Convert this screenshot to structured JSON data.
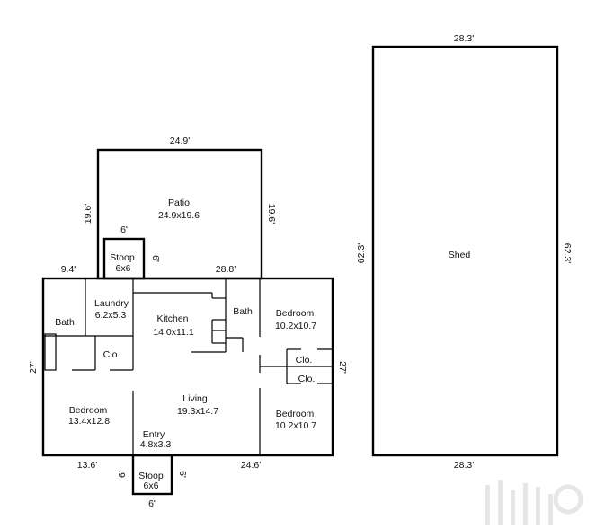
{
  "patio": {
    "width_label": "24.9'",
    "left_label": "19.6'",
    "right_label": "19.6'",
    "name": "Patio",
    "size": "24.9x19.6"
  },
  "stoop_back": {
    "name": "Stoop",
    "size": "6x6",
    "top_label": "6'",
    "right_label": "6'"
  },
  "stoop_front": {
    "name": "Stoop",
    "size": "6x6",
    "left_label": "6'",
    "right_label": "6'",
    "bottom_label": "6'"
  },
  "house": {
    "top_left_label": "9.4'",
    "top_right_label": "28.8'",
    "left_label": "27'",
    "right_label": "27'",
    "bottom_left_label": "13.6'",
    "bottom_right_label": "24.6'"
  },
  "rooms": {
    "bath_left": {
      "name": "Bath"
    },
    "laundry": {
      "name": "Laundry",
      "size": "6.2x5.3"
    },
    "kitchen": {
      "name": "Kitchen",
      "size": "14.0x11.1"
    },
    "bath_center": {
      "name": "Bath"
    },
    "bedroom_ne": {
      "name": "Bedroom",
      "size": "10.2x10.7"
    },
    "closet_left": {
      "name": "Clo."
    },
    "closet_right_top": {
      "name": "Clo."
    },
    "closet_right_bottom": {
      "name": "Clo."
    },
    "bedroom_w": {
      "name": "Bedroom",
      "size": "13.4x12.8"
    },
    "living": {
      "name": "Living",
      "size": "19.3x14.7"
    },
    "bedroom_se": {
      "name": "Bedroom",
      "size": "10.2x10.7"
    },
    "entry": {
      "name": "Entry",
      "size": "4.8x3.3"
    }
  },
  "shed": {
    "name": "Shed",
    "top_label": "28.3'",
    "bottom_label": "28.3'",
    "left_label": "62.3'",
    "right_label": "62.3'"
  }
}
